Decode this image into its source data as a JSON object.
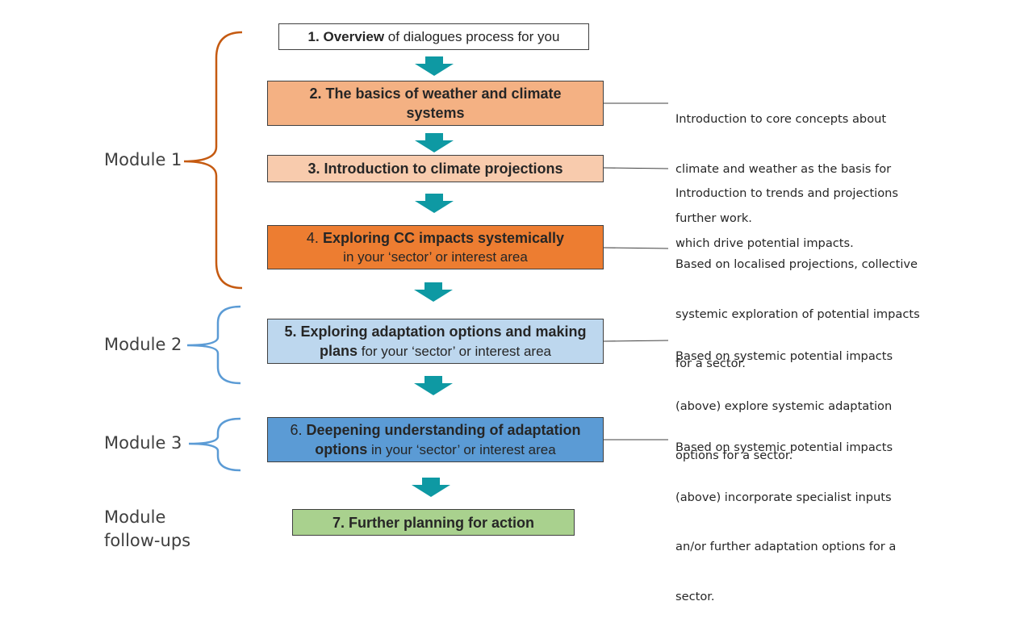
{
  "modules": {
    "m1": "Module 1",
    "m2": "Module 2",
    "m3": "Module 3",
    "followups": [
      "Module",
      "follow-ups"
    ]
  },
  "steps": {
    "s1": {
      "num": "1.",
      "bold": "Overview",
      "rest": " of dialogues process for you",
      "color": "#ffffff"
    },
    "s2": {
      "line1": "2. The basics of weather and climate",
      "line2": "systems",
      "color": "#f4b183"
    },
    "s3": {
      "text": "3. Introduction to climate projections",
      "color": "#f8cbad"
    },
    "s4": {
      "num": "4.",
      "bold": " Exploring CC impacts systemically",
      "line2": "in your ‘sector’ or interest area",
      "color": "#ed7d31"
    },
    "s5": {
      "line1": "5. Exploring adaptation options and making",
      "bold2": "plans",
      "rest2": " for your ‘sector’ or interest area",
      "color": "#bdd7ee"
    },
    "s6": {
      "num": "6.",
      "bold1": " Deepening understanding of adaptation",
      "bold2": "options",
      "rest2": " in your ‘sector’ or interest area",
      "color": "#5b9bd5"
    },
    "s7": {
      "text": "7. Further planning for action",
      "color": "#a9d18e"
    }
  },
  "descriptions": {
    "d2": [
      "Introduction to core concepts about",
      "climate and weather as the basis for",
      "further work."
    ],
    "d3": [
      "Introduction to trends and projections",
      "which drive potential impacts."
    ],
    "d4": [
      "Based on localised projections, collective",
      "systemic exploration of potential impacts",
      "for a sector."
    ],
    "d5": [
      "Based on systemic potential impacts",
      "(above) explore systemic adaptation",
      "options for a sector."
    ],
    "d6": [
      "Based on systemic potential impacts",
      "(above) incorporate specialist inputs",
      "an/or further adaptation options for a",
      "sector."
    ]
  },
  "colors": {
    "arrow": "#0e99a3",
    "bracket_module1": "#c55a11",
    "bracket_module2_3": "#5b9bd5",
    "connector": "#404040"
  },
  "icons": [
    "down-arrow-icon",
    "curly-bracket-icon"
  ]
}
